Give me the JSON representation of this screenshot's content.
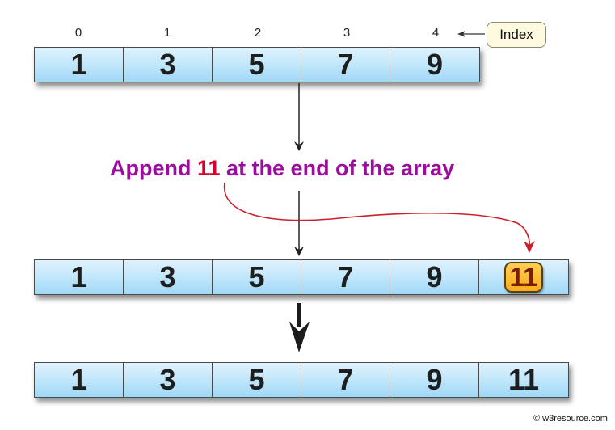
{
  "index_labels": [
    "0",
    "1",
    "2",
    "3",
    "4"
  ],
  "index_callout": "Index",
  "original_array": [
    "1",
    "3",
    "5",
    "7",
    "9"
  ],
  "caption": {
    "prefix": "Append ",
    "value": "11",
    "suffix": " at the end of the array"
  },
  "appended_array": [
    "1",
    "3",
    "5",
    "7",
    "9",
    "11"
  ],
  "result_array": [
    "1",
    "3",
    "5",
    "7",
    "9",
    "11"
  ],
  "colors": {
    "cell_gradient_top": "#dff2fd",
    "cell_gradient_bottom": "#9fd8f6",
    "caption_text": "#9b0d9d",
    "caption_value": "#d8002a",
    "curve_arrow": "#cc1f2a",
    "highlight_badge": "#f8ad1c",
    "index_callout_bg": "#fefadf"
  },
  "footer": {
    "copyright": "© w3resource.com"
  }
}
